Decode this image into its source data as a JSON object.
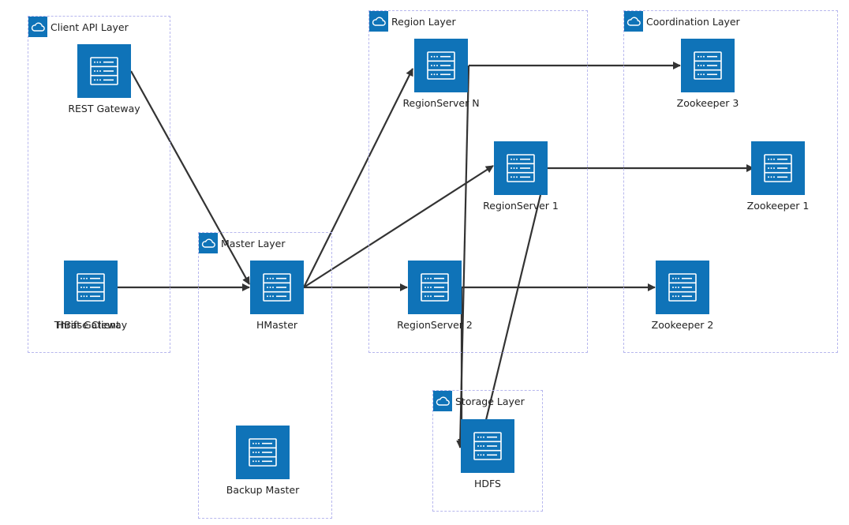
{
  "groups": {
    "client": {
      "title": "Client API Layer"
    },
    "master": {
      "title": "Master Layer"
    },
    "region": {
      "title": "Region Layer"
    },
    "coordination": {
      "title": "Coordination Layer"
    },
    "storage": {
      "title": "Storage Layer"
    }
  },
  "nodes": {
    "rest_gateway": {
      "label": "REST Gateway"
    },
    "thrift_gateway": {
      "label": "Thrift Gateway"
    },
    "hbase_client": {
      "label": "HBase Client"
    },
    "hmaster": {
      "label": "HMaster"
    },
    "backup_master": {
      "label": "Backup Master"
    },
    "regionserver_n": {
      "label": "RegionServer N"
    },
    "regionserver_1": {
      "label": "RegionServer 1"
    },
    "regionserver_2": {
      "label": "RegionServer 2"
    },
    "zookeeper_3": {
      "label": "Zookeeper 3"
    },
    "zookeeper_1": {
      "label": "Zookeeper 1"
    },
    "zookeeper_2": {
      "label": "Zookeeper 2"
    },
    "hdfs": {
      "label": "HDFS"
    }
  },
  "colors": {
    "node_fill": "#0f73b8",
    "group_border": "#b7b7ee",
    "edge": "#333333"
  },
  "icons": {
    "node": "server-icon",
    "group": "cloud-icon"
  }
}
